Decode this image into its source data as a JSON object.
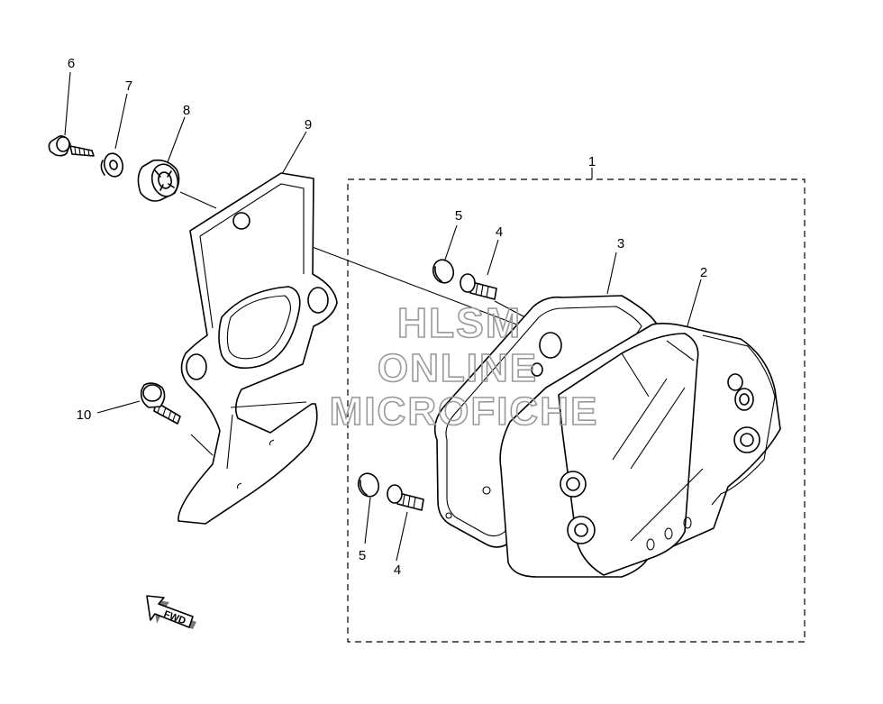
{
  "callouts": {
    "c1": "1",
    "c2": "2",
    "c3": "3",
    "c4a": "4",
    "c4b": "4",
    "c5a": "5",
    "c5b": "5",
    "c6": "6",
    "c7": "7",
    "c8": "8",
    "c9": "9",
    "c10": "10"
  },
  "watermark": {
    "line1": "HLSM",
    "line2": "ONLINE",
    "line3": "MICROFICHE"
  },
  "fwd_label": "FWD"
}
